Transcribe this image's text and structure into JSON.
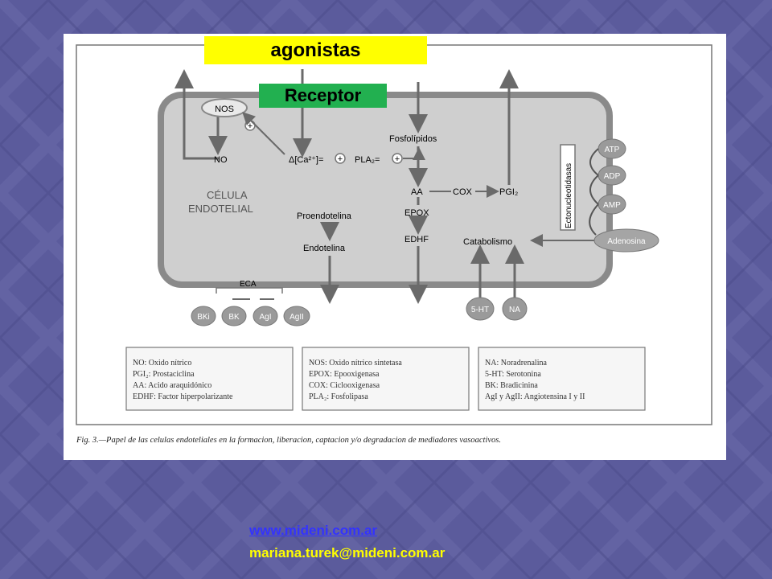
{
  "highlights": {
    "agonistas": "agonistas",
    "receptor": "Receptor"
  },
  "diagram": {
    "cell_title_1": "CÉLULA",
    "cell_title_2": "ENDOTELIAL",
    "nos": "NOS",
    "no": "NO",
    "plus": "+",
    "ca_eq": "Δ[Ca²⁺]=",
    "pla2": "PLA₂=",
    "fosfolipidos": "Fosfolípidos",
    "aa": "AA",
    "cox": "COX",
    "pgi2": "PGI₂",
    "epox": "EPOX",
    "edhf": "EDHF",
    "proendotelina": "Proendotelina",
    "endotelina": "Endotelina",
    "catabolismo": "Catabolismo",
    "ectonucleotidasas": "Ectonucleotidasas",
    "atp": "ATP",
    "adp": "ADP",
    "amp": "AMP",
    "adenosina": "Adenosina",
    "eca": "ECA",
    "bki": "BKi",
    "bk": "BK",
    "agi": "AgI",
    "agii": "AgII",
    "ht5": "5-HT",
    "na": "NA"
  },
  "legend": {
    "col1": [
      "NO: Oxido nítrico",
      "PGI₂: Prostaciclina",
      "AA: Acido araquidónico",
      "EDHF: Factor hiperpolarizante"
    ],
    "col2": [
      "NOS: Oxido nítrico sintetasa",
      "EPOX: Epooxigenasa",
      "COX: Ciclooxigenasa",
      "PLA₂: Fosfolipasa"
    ],
    "col3": [
      "NA: Noradrenalina",
      "5-HT: Serotonina",
      "BK: Bradicinina",
      "AgI y AgII: Angiotensina I y II"
    ]
  },
  "caption": "Fig. 3.—Papel de las celulas endoteliales en la formacion, liberacion, captacion y/o degradacion de mediadores vasoactivos.",
  "footer": {
    "website": "www.mideni.com.ar",
    "email": "mariana.turek@mideni.com.ar"
  }
}
